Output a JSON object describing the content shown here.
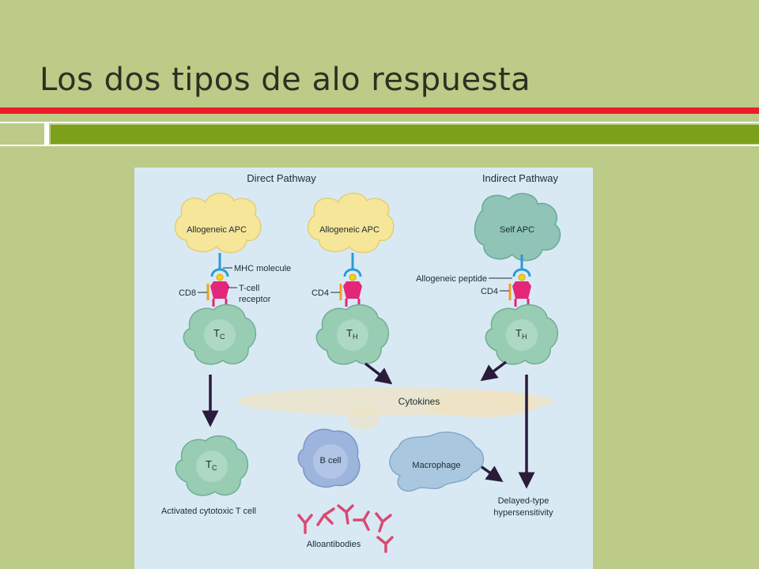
{
  "slide": {
    "title": "Los dos tipos de alo respuesta"
  },
  "diagram": {
    "pathways": {
      "direct": "Direct Pathway",
      "indirect": "Indirect Pathway"
    },
    "apcs": {
      "allogeneic_1": "Allogeneic APC",
      "allogeneic_2": "Allogeneic APC",
      "self": "Self APC"
    },
    "receptor_labels": {
      "mhc": "MHC molecule",
      "tcr_line1": "T-cell",
      "tcr_line2": "receptor",
      "cd8": "CD8",
      "cd4_direct": "CD4",
      "allo_peptide": "Allogeneic peptide",
      "cd4_indirect": "CD4"
    },
    "tcells": {
      "tc_main": "T",
      "tc_sub": "C",
      "th_main": "T",
      "th_sub": "H"
    },
    "cytokines": "Cytokines",
    "bcell": "B cell",
    "macrophage": "Macrophage",
    "outcomes": {
      "activated_tc": "Activated cytotoxic T cell",
      "dth_line1": "Delayed-type",
      "dth_line2": "hypersensitivity",
      "alloantibodies": "Alloantibodies"
    },
    "colors": {
      "panel": "#d9e9f4",
      "allogeneic_apc": "#f6e69a",
      "self_apc": "#8fc4b6",
      "t_cell": "#98cdb4",
      "b_cell": "#9db4dd",
      "macrophage": "#a9c8df",
      "mhc": "#2a9ad6",
      "tcr": "#e4267a",
      "coreceptor": "#f0a022",
      "peptide": "#f5d017",
      "antibody": "#d94a73",
      "arrow": "#2a1b3c"
    }
  }
}
